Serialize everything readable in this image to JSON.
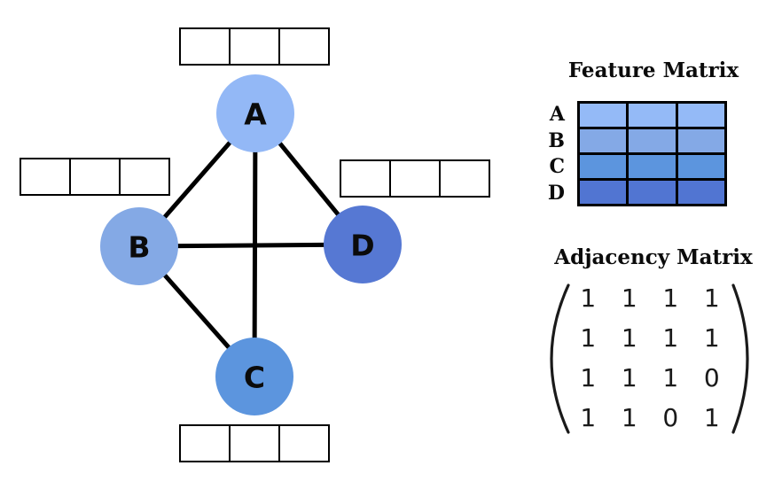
{
  "graph": {
    "edge_color": "#000000",
    "nodes": [
      {
        "id": "A",
        "label": "A",
        "color": "#93B8F6"
      },
      {
        "id": "B",
        "label": "B",
        "color": "#84A9E5"
      },
      {
        "id": "C",
        "label": "C",
        "color": "#5C95DE"
      },
      {
        "id": "D",
        "label": "D",
        "color": "#5678D3"
      }
    ],
    "edges": [
      {
        "from": "A",
        "to": "B"
      },
      {
        "from": "A",
        "to": "C"
      },
      {
        "from": "A",
        "to": "D"
      },
      {
        "from": "B",
        "to": "C"
      },
      {
        "from": "B",
        "to": "D"
      }
    ],
    "feature_vector_cells_per_node": 3
  },
  "feature_matrix": {
    "title": "Feature Matrix",
    "row_labels": [
      "A",
      "B",
      "C",
      "D"
    ],
    "columns": 3,
    "row_colors": [
      "#94BAF7",
      "#84A9E6",
      "#5C95DE",
      "#5175D2"
    ]
  },
  "adjacency_matrix": {
    "title": "Adjacency Matrix",
    "values": [
      [
        "1",
        "1",
        "1",
        "1"
      ],
      [
        "1",
        "1",
        "1",
        "1"
      ],
      [
        "1",
        "1",
        "1",
        "0"
      ],
      [
        "1",
        "1",
        "0",
        "1"
      ]
    ]
  }
}
